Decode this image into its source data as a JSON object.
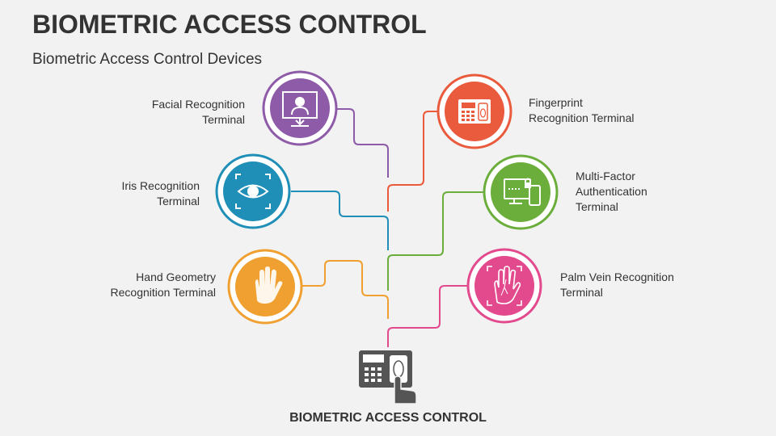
{
  "header": {
    "title": "BIOMETRIC ACCESS CONTROL",
    "subtitle": "Biometric Access Control Devices"
  },
  "devices": [
    {
      "label": "Facial Recognition\nTerminal",
      "color": "#8e5ba8",
      "icon": "face-scan-icon"
    },
    {
      "label": "Iris Recognition\nTerminal",
      "color": "#1f8fb8",
      "icon": "iris-icon"
    },
    {
      "label": "Hand Geometry\nRecognition Terminal",
      "color": "#f0a030",
      "icon": "hand-icon"
    },
    {
      "label": "Fingerprint\nRecognition Terminal",
      "color": "#ea5a3c",
      "icon": "fingerprint-terminal-icon"
    },
    {
      "label": "Multi-Factor\nAuthentication\nTerminal",
      "color": "#6cae3c",
      "icon": "multifactor-icon"
    },
    {
      "label": "Palm Vein Recognition\nTerminal",
      "color": "#e24a8d",
      "icon": "palm-vein-icon"
    }
  ],
  "center": {
    "label": "BIOMETRIC ACCESS CONTROL",
    "icon": "biometric-terminal-icon"
  }
}
